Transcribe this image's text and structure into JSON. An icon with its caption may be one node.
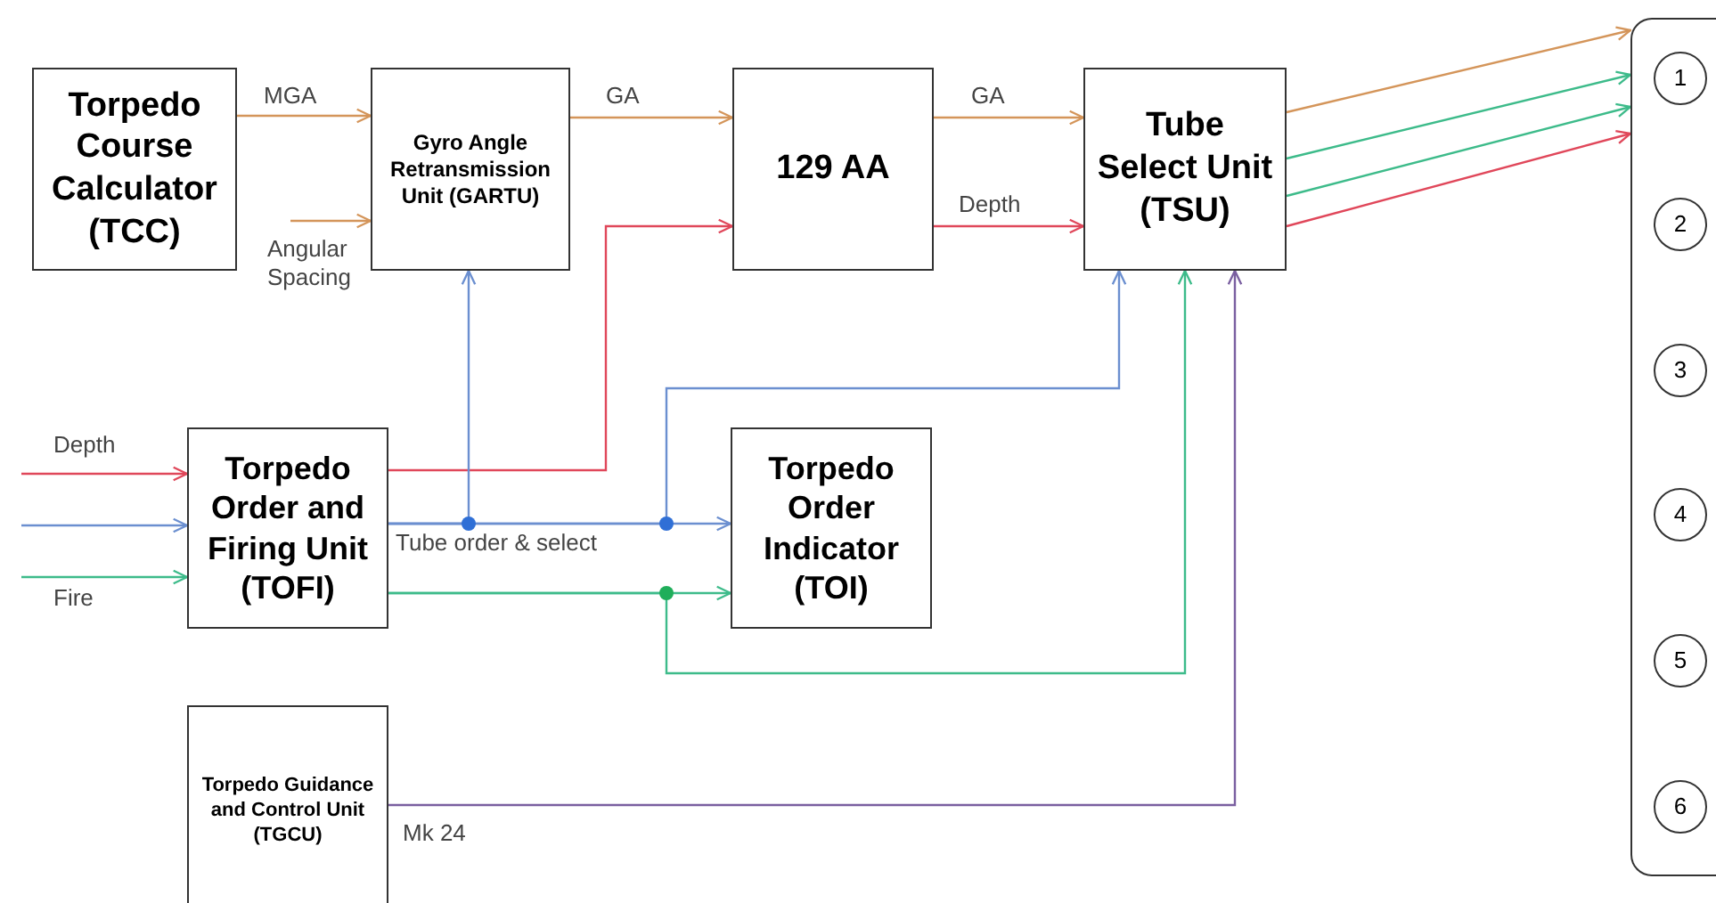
{
  "diagram": {
    "nodes": [
      {
        "text": [
          "Torpedo Course Calculator (TCC)"
        ]
      },
      {
        "text": [
          "Gyro Angle Retransmission Unit (GARTU)"
        ]
      },
      {
        "text": [
          "129 AA"
        ]
      },
      {
        "text": [
          "Tube Select Unit (TSU)"
        ]
      },
      {
        "text": [],
        "shape": "box"
      },
      {
        "text": [
          "1"
        ],
        "in": 4
      },
      {
        "text": [
          "2"
        ],
        "in": 4
      },
      {
        "text": [
          "3"
        ],
        "in": 4
      },
      {
        "text": [
          "4"
        ],
        "in": 4
      },
      {
        "text": [
          "5"
        ],
        "in": 4
      },
      {
        "text": [
          "6"
        ],
        "in": 4
      },
      {
        "text": [
          "Torpedo Order and Firing Unit (TOFI)"
        ]
      },
      {
        "text": [
          "Torpedo Order Indicator (TOI)"
        ]
      },
      {
        "text": [
          "Torpedo Guidance and Control Unit (TGCU)"
        ]
      }
    ],
    "edges": [
      {
        "from": 0,
        "to": 1,
        "arrow": "to",
        "label": "MGA",
        "color": "#d4955a"
      },
      {
        "from": null,
        "to": 1,
        "arrow": "to",
        "label": "Angular Spacing",
        "color": "#d4955a"
      },
      {
        "from": 1,
        "to": 2,
        "arrow": "to",
        "label": "GA",
        "color": "#d4955a"
      },
      {
        "from": 2,
        "to": 3,
        "arrow": "to",
        "label": "GA",
        "color": "#d4955a"
      },
      {
        "from": 2,
        "to": 3,
        "arrow": "to",
        "label": "Depth",
        "color": "#e0475a"
      },
      {
        "from": 11,
        "to": 2,
        "arrow": "to",
        "color": "#e0475a"
      },
      {
        "from": 11,
        "to": 1,
        "arrow": "to",
        "color": "#6b8fd0"
      },
      {
        "from": 11,
        "to": 12,
        "arrow": "to",
        "label": "Tube order & select",
        "color": "#6b8fd0"
      },
      {
        "from": 11,
        "to": 3,
        "arrow": "to",
        "color": "#6b8fd0"
      },
      {
        "from": 11,
        "to": 12,
        "arrow": "to",
        "color": "#3dbb8a"
      },
      {
        "from": 11,
        "to": 3,
        "arrow": "to",
        "color": "#3dbb8a"
      },
      {
        "from": 13,
        "to": 3,
        "arrow": "to",
        "label": "Mk 24",
        "color": "#7a5fa0"
      },
      {
        "from": null,
        "to": 11,
        "arrow": "to",
        "label": "Depth",
        "color": "#e0475a"
      },
      {
        "from": null,
        "to": 11,
        "arrow": "to",
        "color": "#6b8fd0"
      },
      {
        "from": null,
        "to": 11,
        "arrow": "to",
        "label": "Fire",
        "color": "#3dbb8a"
      },
      {
        "from": 3,
        "to": 4,
        "arrow": "to",
        "color": "#d4955a"
      },
      {
        "from": 3,
        "to": 4,
        "arrow": "to",
        "color": "#3dbb8a"
      },
      {
        "from": 3,
        "to": 4,
        "arrow": "to",
        "color": "#3dbb8a"
      },
      {
        "from": 3,
        "to": 4,
        "arrow": "to",
        "color": "#e0475a"
      }
    ]
  }
}
